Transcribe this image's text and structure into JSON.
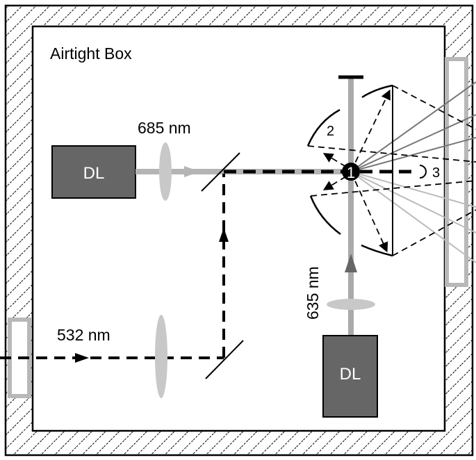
{
  "title": "Airtight Box",
  "labels": {
    "laser_top": "685 nm",
    "laser_bottom": "635 nm",
    "laser_input": "532 nm",
    "dl_left": "DL",
    "dl_bottom": "DL",
    "point_1": "1",
    "point_2": "2",
    "point_3": "3"
  },
  "colors": {
    "diode_laser": "#666666",
    "lens": "#c8c8c8",
    "beam": "#b4b4b4",
    "window": "#b8b8b8"
  }
}
